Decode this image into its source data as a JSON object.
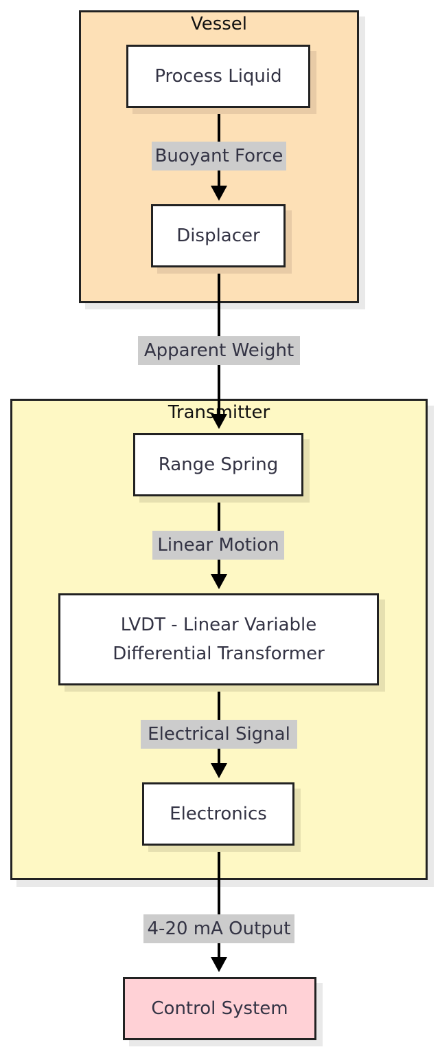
{
  "groups": {
    "vessel": {
      "title": "Vessel",
      "fill": "#fde0b6"
    },
    "transmitter": {
      "title": "Transmitter",
      "fill": "#fef8c4"
    }
  },
  "nodes": {
    "process_liquid": "Process Liquid",
    "displacer": "Displacer",
    "range_spring": "Range Spring",
    "lvdt": "LVDT - Linear Variable Differential Transformer",
    "electronics": "Electronics",
    "control_system": "Control System"
  },
  "edges": {
    "buoyant_force": "Buoyant Force",
    "apparent_weight": "Apparent Weight",
    "linear_motion": "Linear Motion",
    "electrical_signal": "Electrical Signal",
    "output": "4-20 mA Output"
  },
  "colors": {
    "control_system_fill": "#ffd1d6",
    "edge_label_bg": "#cccccc",
    "node_border": "#222222"
  }
}
